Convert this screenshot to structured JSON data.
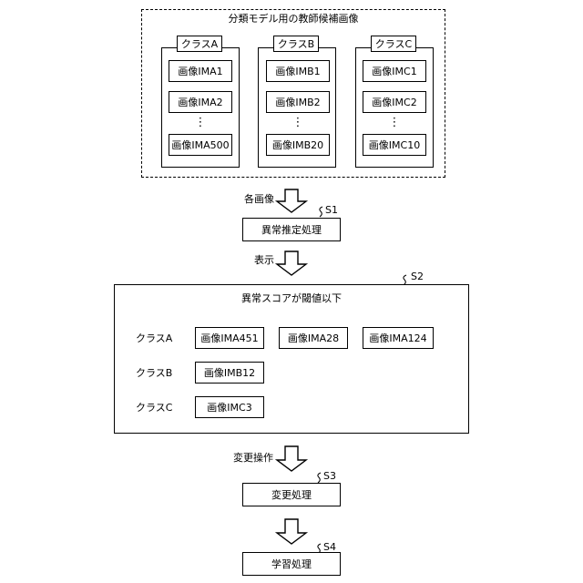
{
  "candidates": {
    "title": "分類モデル用の教師候補画像",
    "classes": [
      {
        "name": "クラスA",
        "items": [
          "画像IMA1",
          "画像IMA2",
          "画像IMA500"
        ]
      },
      {
        "name": "クラスB",
        "items": [
          "画像IMB1",
          "画像IMB2",
          "画像IMB20"
        ]
      },
      {
        "name": "クラスC",
        "items": [
          "画像IMC1",
          "画像IMC2",
          "画像IMC10"
        ]
      }
    ],
    "ellipsis": "⋮"
  },
  "arrows": {
    "a1_label": "各画像",
    "a2_label": "表示",
    "a3_label": "変更操作"
  },
  "steps": {
    "s1": {
      "label": "異常推定処理",
      "ref": "S1"
    },
    "s2": {
      "ref": "S2",
      "title": "異常スコアが閾値以下",
      "rows": [
        {
          "class": "クラスA",
          "items": [
            "画像IMA451",
            "画像IMA28",
            "画像IMA124"
          ]
        },
        {
          "class": "クラスB",
          "items": [
            "画像IMB12"
          ]
        },
        {
          "class": "クラスC",
          "items": [
            "画像IMC3"
          ]
        }
      ]
    },
    "s3": {
      "label": "変更処理",
      "ref": "S3"
    },
    "s4": {
      "label": "学習処理",
      "ref": "S4"
    }
  }
}
